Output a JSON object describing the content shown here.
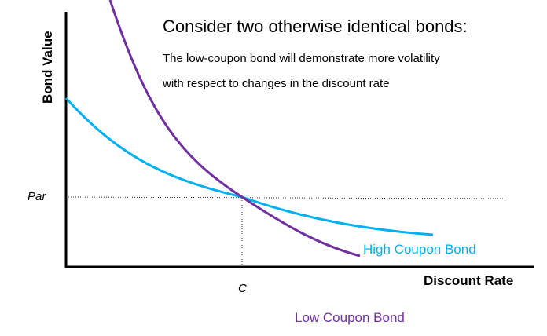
{
  "heading": "Consider two otherwise identical bonds:",
  "subtext_line1": "The low-coupon bond will demonstrate more volatility",
  "subtext_line2": "with respect to changes in the discount rate",
  "colors": {
    "high_coupon": "#00b0f0",
    "low_coupon": "#7030a0",
    "axis": "#000000"
  },
  "chart_data": {
    "type": "line",
    "xlabel": "Discount Rate",
    "ylabel": "Bond Value",
    "x_tick_label": "C",
    "y_tick_label": "Par",
    "reference_lines": [
      "Par",
      "C"
    ],
    "series": [
      {
        "name": "High Coupon Bond",
        "color": "#00b0f0",
        "x": [
          0,
          0.25,
          0.5,
          0.75,
          1.0,
          1.25,
          1.5,
          2.0
        ],
        "y": [
          1.8,
          1.55,
          1.35,
          1.18,
          1.0,
          0.87,
          0.77,
          0.62
        ]
      },
      {
        "name": "Low Coupon Bond",
        "color": "#7030a0",
        "x": [
          0.25,
          0.5,
          0.75,
          1.0,
          1.25,
          1.5,
          1.65
        ],
        "y": [
          4.0,
          2.55,
          1.55,
          1.0,
          0.65,
          0.42,
          0.32
        ]
      }
    ]
  }
}
